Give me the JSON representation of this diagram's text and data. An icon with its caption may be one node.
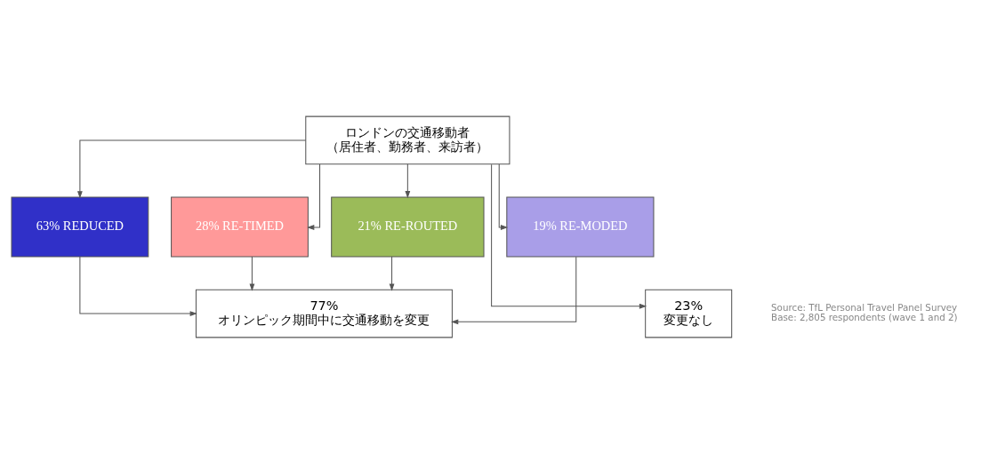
{
  "diagram": {
    "nodes": [
      {
        "text": [
          "ロンドンの交通移動者",
          "（居住者、勤務者、来訪者）"
        ]
      },
      {
        "text": [
          "63% REDUCED"
        ]
      },
      {
        "text": [
          "28% RE-TIMED"
        ]
      },
      {
        "text": [
          "21% RE-ROUTED"
        ]
      },
      {
        "text": [
          "19% RE-MODED"
        ]
      },
      {
        "text": [
          "23%",
          "変更なし"
        ]
      },
      {
        "text": [
          "77%",
          "オリンピック期間中に交通移動を変更"
        ]
      }
    ],
    "edges": [
      {
        "from": 0,
        "to": 5,
        "arrow": "to"
      },
      {
        "from": 0,
        "to": 1,
        "arrow": "to"
      },
      {
        "from": 0,
        "to": 2,
        "arrow": "to"
      },
      {
        "from": 0,
        "to": 3,
        "arrow": "to"
      },
      {
        "from": 0,
        "to": 4,
        "arrow": "to"
      },
      {
        "from": 1,
        "to": 6,
        "arrow": "to"
      },
      {
        "from": 2,
        "to": 6,
        "arrow": "to"
      },
      {
        "from": 3,
        "to": 6,
        "arrow": "to"
      },
      {
        "from": 4,
        "to": 6,
        "arrow": "to"
      }
    ],
    "labels": [
      "Source: TfL Personal Travel Panel Survey",
      "Base: 2,805 respondents (wave 1 and 2)"
    ]
  }
}
